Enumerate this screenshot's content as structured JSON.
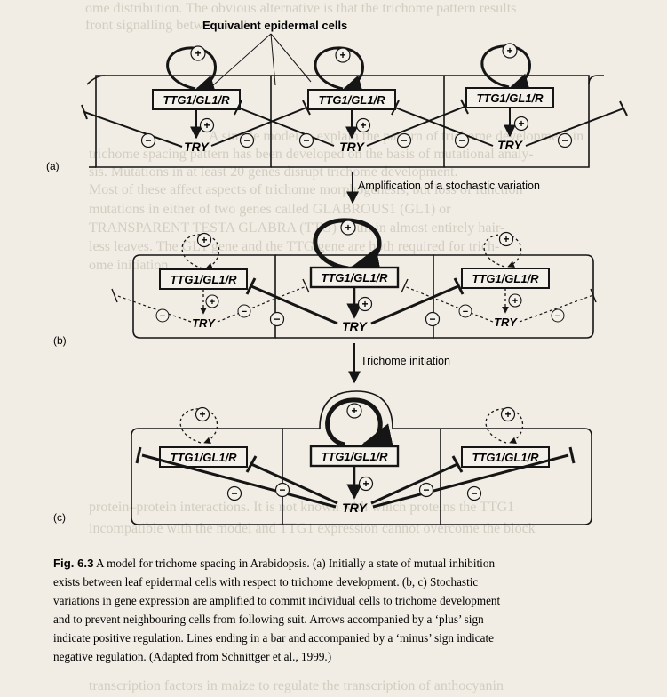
{
  "diagram": {
    "header_label": "Equivalent epidermal cells",
    "gene_box": "TTG1/GL1/R",
    "inhibitor": "TRY",
    "plus": "+",
    "minus": "−",
    "panels": [
      "(a)",
      "(b)",
      "(c)"
    ],
    "transitions": [
      "Amplification of a stochastic variation",
      "Trichome initiation"
    ]
  },
  "caption": {
    "fig_label": "Fig. 6.3",
    "lines": [
      "A model for trichome spacing in Arabidopsis. (a) Initially a state of mutual inhibition",
      "exists between leaf epidermal cells with respect to trichome development. (b, c) Stochastic",
      "variations in gene expression are amplified to commit individual cells to trichome development",
      "and to prevent neighbouring cells from following suit. Arrows accompanied by a ‘plus’ sign",
      "indicate positive regulation. Lines ending in a bar and accompanied by a ‘minus’ sign indicate",
      "negative regulation. (Adapted from Schnittger et al., 1999.)"
    ]
  },
  "background_text": {
    "lines": [
      "ome distribution. The obvious alternative is that the trichome pattern results",
      "front signalling between cells.",
      "A simple model to explain the pattern of trichome development in",
      "trichome spacing pattern has been developed on the basis of mutational analy-",
      "sis. Mutations in at least 20 genes disrupt trichome development.",
      "Most of these affect aspects of trichome morphogenesis, but loss of function",
      "mutations in either of two genes called GLABROUS1 (GL1) or",
      "TRANSPARENT TESTA GLABRA (TTG) result in almost entirely hair-",
      "less leaves. The GL1 gene and the TTG gene are both required for trich-",
      "ome initiation.",
      "incompatible with the model and TTG1 expression cannot overcome the block",
      "protein–protein interactions. It is not known with which proteins the TTG1",
      "transcription factors in maize to regulate the transcription of anthocyanin"
    ]
  }
}
